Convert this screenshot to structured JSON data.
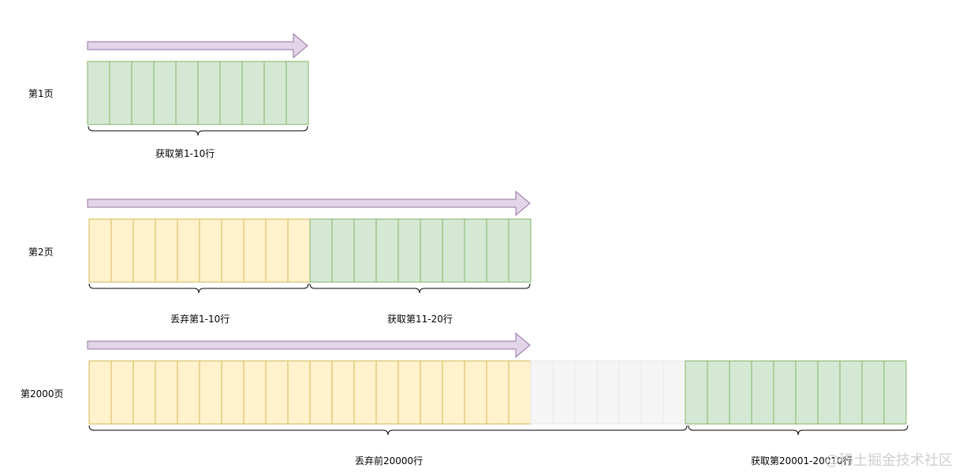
{
  "rows": [
    {
      "page_label": "第1页",
      "segments": [
        {
          "kind": "fetch",
          "cells": 10,
          "label": "获取第1-10行"
        }
      ]
    },
    {
      "page_label": "第2页",
      "segments": [
        {
          "kind": "discard",
          "cells": 10,
          "label": "丢弃第1-10行"
        },
        {
          "kind": "fetch",
          "cells": 10,
          "label": "获取第11-20行"
        }
      ]
    },
    {
      "page_label": "第2000页",
      "segments": [
        {
          "kind": "discard",
          "cells": 20,
          "label": "丢弃前20000行"
        },
        {
          "kind": "gap",
          "cells": 7,
          "label": ""
        },
        {
          "kind": "fetch",
          "cells": 10,
          "label": "获取第20001-20010行"
        }
      ]
    }
  ],
  "colors": {
    "fetch_fill": "#d5e8d4",
    "fetch_stroke": "#82b366",
    "discard_fill": "#fff2cc",
    "discard_stroke": "#d6b656",
    "gap_fill": "#f5f5f5",
    "gap_stroke": "#e6e6e6",
    "arrow_fill": "#e1d5e7",
    "arrow_stroke": "#9673a6"
  },
  "watermark": "@稀土掘金技术社区"
}
